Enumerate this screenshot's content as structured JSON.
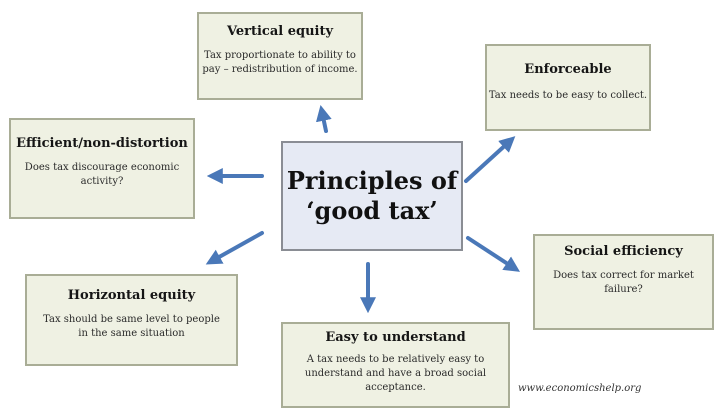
{
  "diagram": {
    "center": {
      "title_line1": "Principles of",
      "title_line2": "‘good tax’"
    },
    "nodes": {
      "vertical_equity": {
        "title": "Vertical equity",
        "desc_line1": "Tax proportionate to ability to",
        "desc_line2": "pay – redistribution of income."
      },
      "enforceable": {
        "title": "Enforceable",
        "desc_line1": "Tax needs to be easy to collect."
      },
      "efficient": {
        "title": "Efficient/non-distortion",
        "desc_line1": "Does tax discourage economic",
        "desc_line2": "activity?"
      },
      "social_efficiency": {
        "title": "Social efficiency",
        "desc_line1": "Does tax correct for market",
        "desc_line2": "failure?"
      },
      "horizontal_equity": {
        "title": "Horizontal equity",
        "desc_line1": "Tax should be same level to people",
        "desc_line2": "in the same situation"
      },
      "easy_to_understand": {
        "title": "Easy to understand",
        "desc_line1": "A tax needs to be relatively easy to",
        "desc_line2": "understand and have a broad social",
        "desc_line3": "acceptance."
      }
    },
    "credit": "www.economicshelp.org",
    "colors": {
      "arrow": "#4a78b8",
      "node_fill": "#eff1e3",
      "center_fill": "#e6eaf4"
    }
  }
}
